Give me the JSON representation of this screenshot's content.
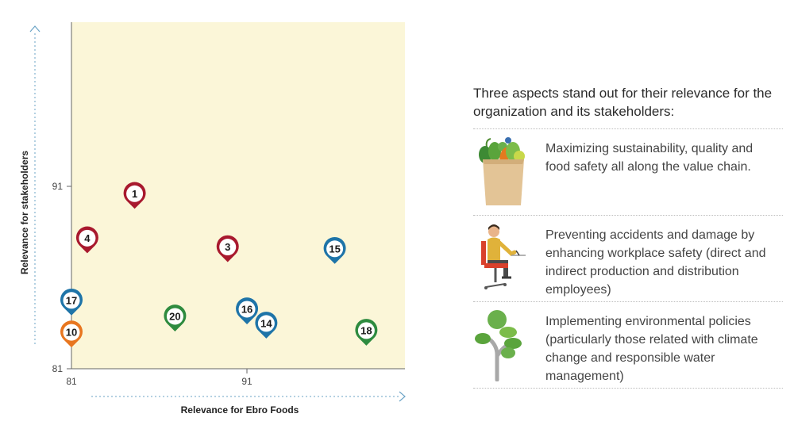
{
  "chart_data": {
    "type": "scatter",
    "xlabel": "Relevance for Ebro Foods",
    "ylabel": "Relevance for stakeholders",
    "xlim": [
      81,
      100
    ],
    "ylim": [
      81,
      100.5
    ],
    "x_ticks": [
      "81",
      "91"
    ],
    "y_ticks": [
      "81",
      "91"
    ],
    "background": "#fbf6d8",
    "points": [
      {
        "label": "1",
        "x": 84.6,
        "y": 90.0,
        "color": "#a8192e"
      },
      {
        "label": "4",
        "x": 81.9,
        "y": 87.5,
        "color": "#a8192e"
      },
      {
        "label": "3",
        "x": 89.9,
        "y": 87.0,
        "color": "#a8192e"
      },
      {
        "label": "15",
        "x": 96.0,
        "y": 86.9,
        "color": "#1e74a8"
      },
      {
        "label": "17",
        "x": 81.0,
        "y": 84.0,
        "color": "#1e74a8"
      },
      {
        "label": "16",
        "x": 91.0,
        "y": 83.5,
        "color": "#1e74a8"
      },
      {
        "label": "14",
        "x": 92.1,
        "y": 82.7,
        "color": "#1e74a8"
      },
      {
        "label": "20",
        "x": 86.9,
        "y": 83.1,
        "color": "#2e8b3f"
      },
      {
        "label": "18",
        "x": 97.8,
        "y": 82.3,
        "color": "#2e8b3f"
      },
      {
        "label": "10",
        "x": 81.0,
        "y": 82.2,
        "color": "#e8761f"
      }
    ]
  },
  "panel": {
    "intro": "Three aspects stand out for their relevance for the organization and its stakeholders:",
    "aspects": [
      {
        "icon": "grocery-bag-icon",
        "text": "Maximizing sustainability, quality and food safety all along the value chain."
      },
      {
        "icon": "office-worker-icon",
        "text": "Preventing accidents and damage by enhancing workplace safety (direct and indirect production and distribution employees)"
      },
      {
        "icon": "tree-icon",
        "text": "Implementing environmental policies (particularly those related with climate change and responsible water management)"
      }
    ]
  }
}
